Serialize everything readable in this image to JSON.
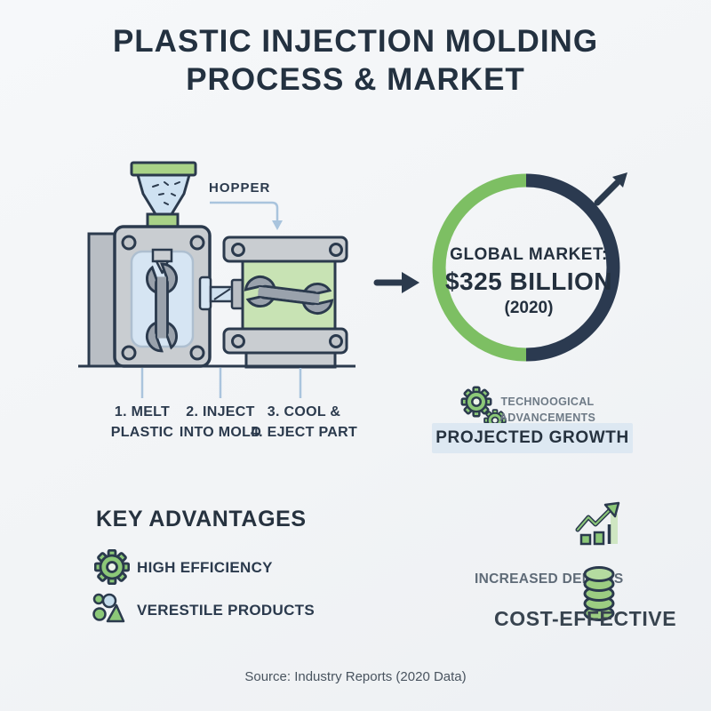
{
  "title": {
    "line1": "PLASTIC INJECTION MOLDING",
    "line2": "PROCESS & MARKET"
  },
  "machine": {
    "hopper_label": "HOPPER",
    "steps": [
      {
        "line1": "1. MELT",
        "line2": "PLASTIC"
      },
      {
        "line1": "2. INJECT",
        "line2": "INTO MOLD"
      },
      {
        "line1": "3. COOL &",
        "line2": "4. EJECT PART"
      }
    ]
  },
  "market": {
    "donut": {
      "label_line1": "GLOBAL MARKET:",
      "label_line2": "$325 BILLION",
      "label_line3": "(2020)",
      "green_share": "50%",
      "navy_share": "50%"
    },
    "tech": {
      "line1": "TECHNOOGICAL",
      "line2": "ADVANCEMENTS"
    },
    "projected_growth_label": "PROJECTED GROWTH"
  },
  "advantages": {
    "heading": "KEY ADVANTAGES",
    "items": [
      {
        "icon": "gear-icon",
        "label": "HIGH EFFICIENCY"
      },
      {
        "icon": "people-icon",
        "label": "VERESTILE PRODUCTS"
      }
    ],
    "right_items": [
      {
        "icon": "growth-chart-icon",
        "label": ""
      },
      {
        "icon": "coins-icon",
        "label": "INCREASED DEMANS"
      },
      {
        "icon": "",
        "label": "COST-EFFECTIVE"
      }
    ]
  },
  "source": "Source: Industry Reports (2020 Data)",
  "icons": {
    "arrow-right-icon": "process-to-market arrow",
    "arrow-up-right-icon": "growth arrow",
    "gears-icon": "technological advancements gears",
    "gear-icon": "high efficiency gear",
    "people-icon": "versatile products cluster",
    "growth-chart-icon": "rising chart with arrow",
    "coins-icon": "stack of coins",
    "machine-illustration": "injection molding machine"
  },
  "colors": {
    "background": "#f3f5f7",
    "navy": "#2b3a4d",
    "green": "#7dbf63",
    "machine_gray": "#c9cdd1",
    "panel_blue": "#d6e5f3",
    "mold_green": "#c8e3b4",
    "growth_box_bg": "#dde8f2",
    "muted_text": "#6e7a86",
    "leader_blue": "#a9c4dd"
  }
}
